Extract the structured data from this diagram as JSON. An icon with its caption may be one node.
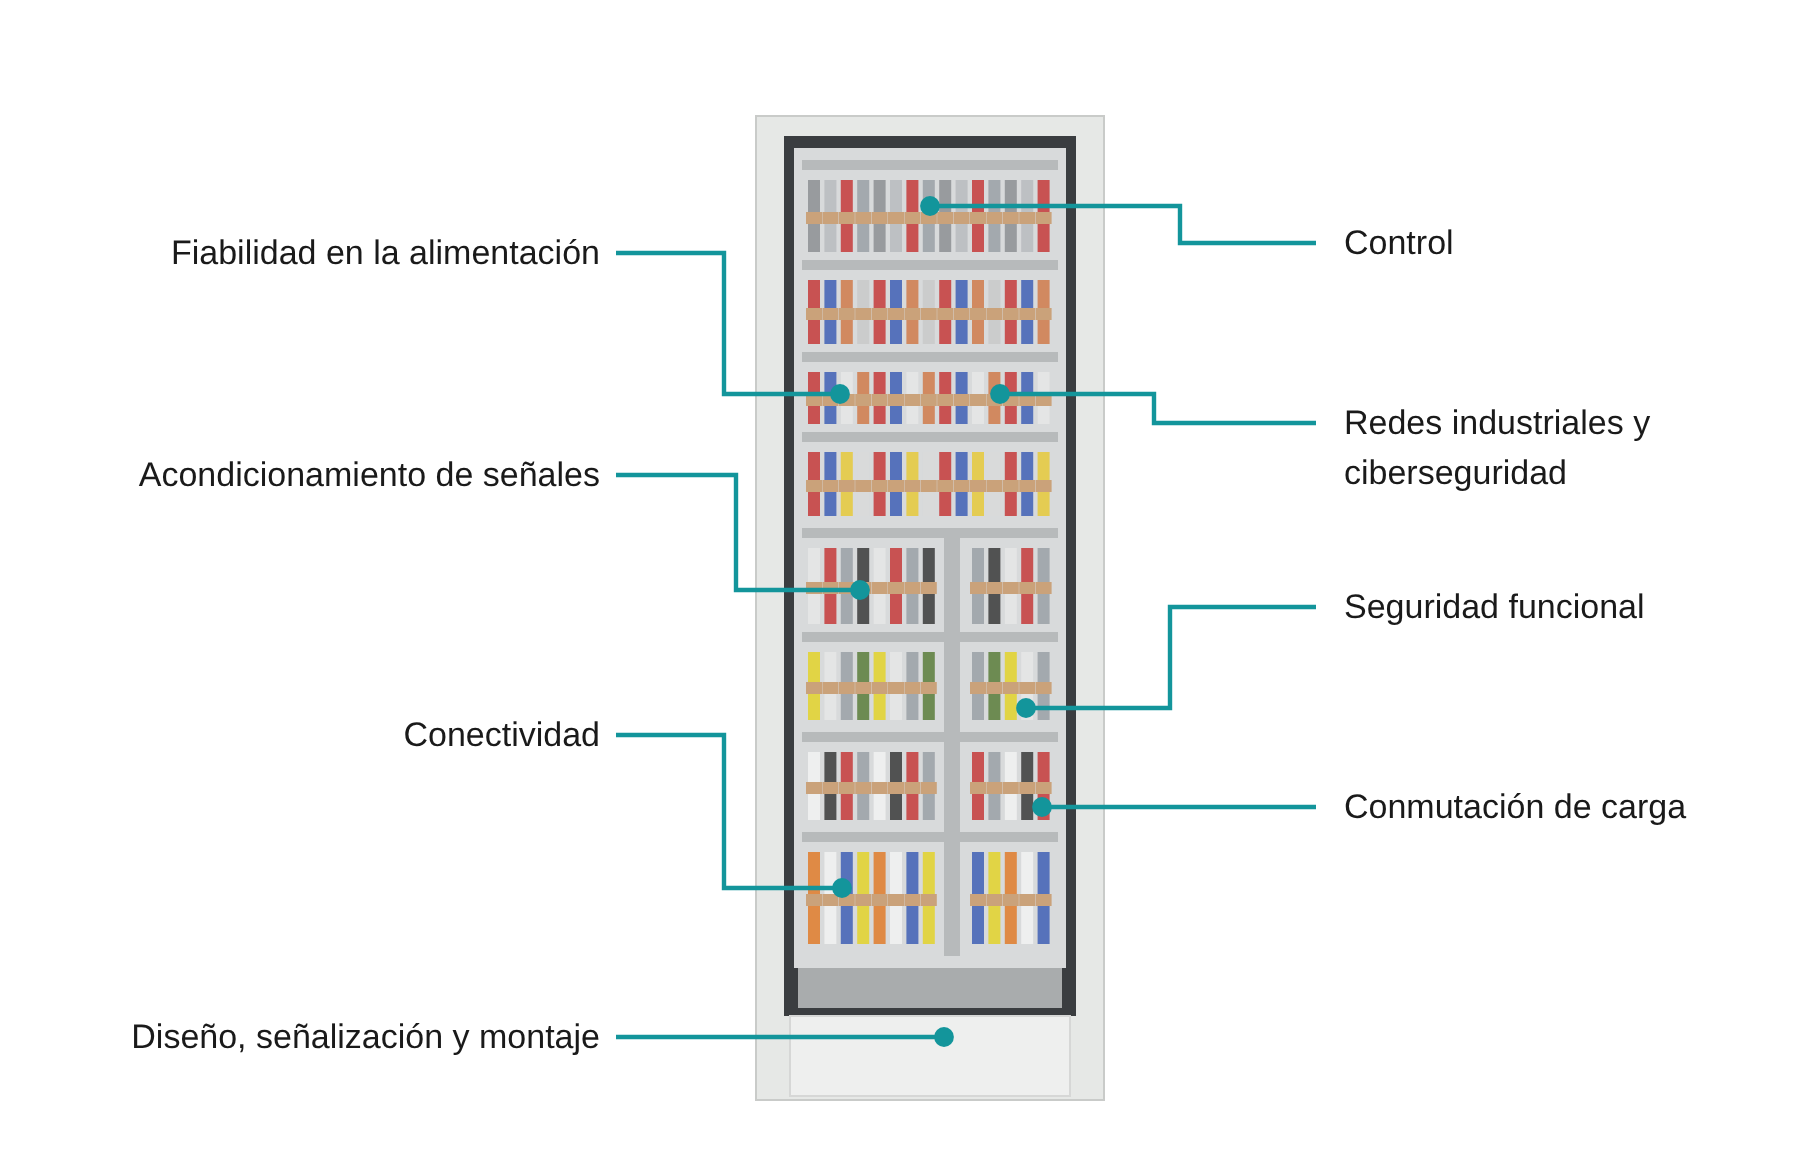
{
  "diagram": {
    "nodes": [
      {
        "text": [
          "Fiabilidad en la alimentación"
        ]
      },
      {
        "text": [
          "Acondicionamiento de señales"
        ]
      },
      {
        "text": [
          "Conectividad"
        ]
      },
      {
        "text": [
          "Diseño, señalización y montaje"
        ]
      },
      {
        "text": [
          "Control"
        ]
      },
      {
        "text": [
          "Redes industriales y ciberseguridad"
        ]
      },
      {
        "text": [
          "Seguridad funcional"
        ]
      },
      {
        "text": [
          "Conmutación de carga"
        ]
      }
    ],
    "edges": [
      {
        "from": 0,
        "to": null,
        "arrow": "other"
      },
      {
        "from": 1,
        "to": null,
        "arrow": "other"
      },
      {
        "from": 2,
        "to": null,
        "arrow": "other"
      },
      {
        "from": 3,
        "to": null,
        "arrow": "other"
      },
      {
        "from": 4,
        "to": null,
        "arrow": "other"
      },
      {
        "from": 5,
        "to": null,
        "arrow": "other"
      },
      {
        "from": 6,
        "to": null,
        "arrow": "other"
      },
      {
        "from": 7,
        "to": null,
        "arrow": "other"
      }
    ]
  }
}
